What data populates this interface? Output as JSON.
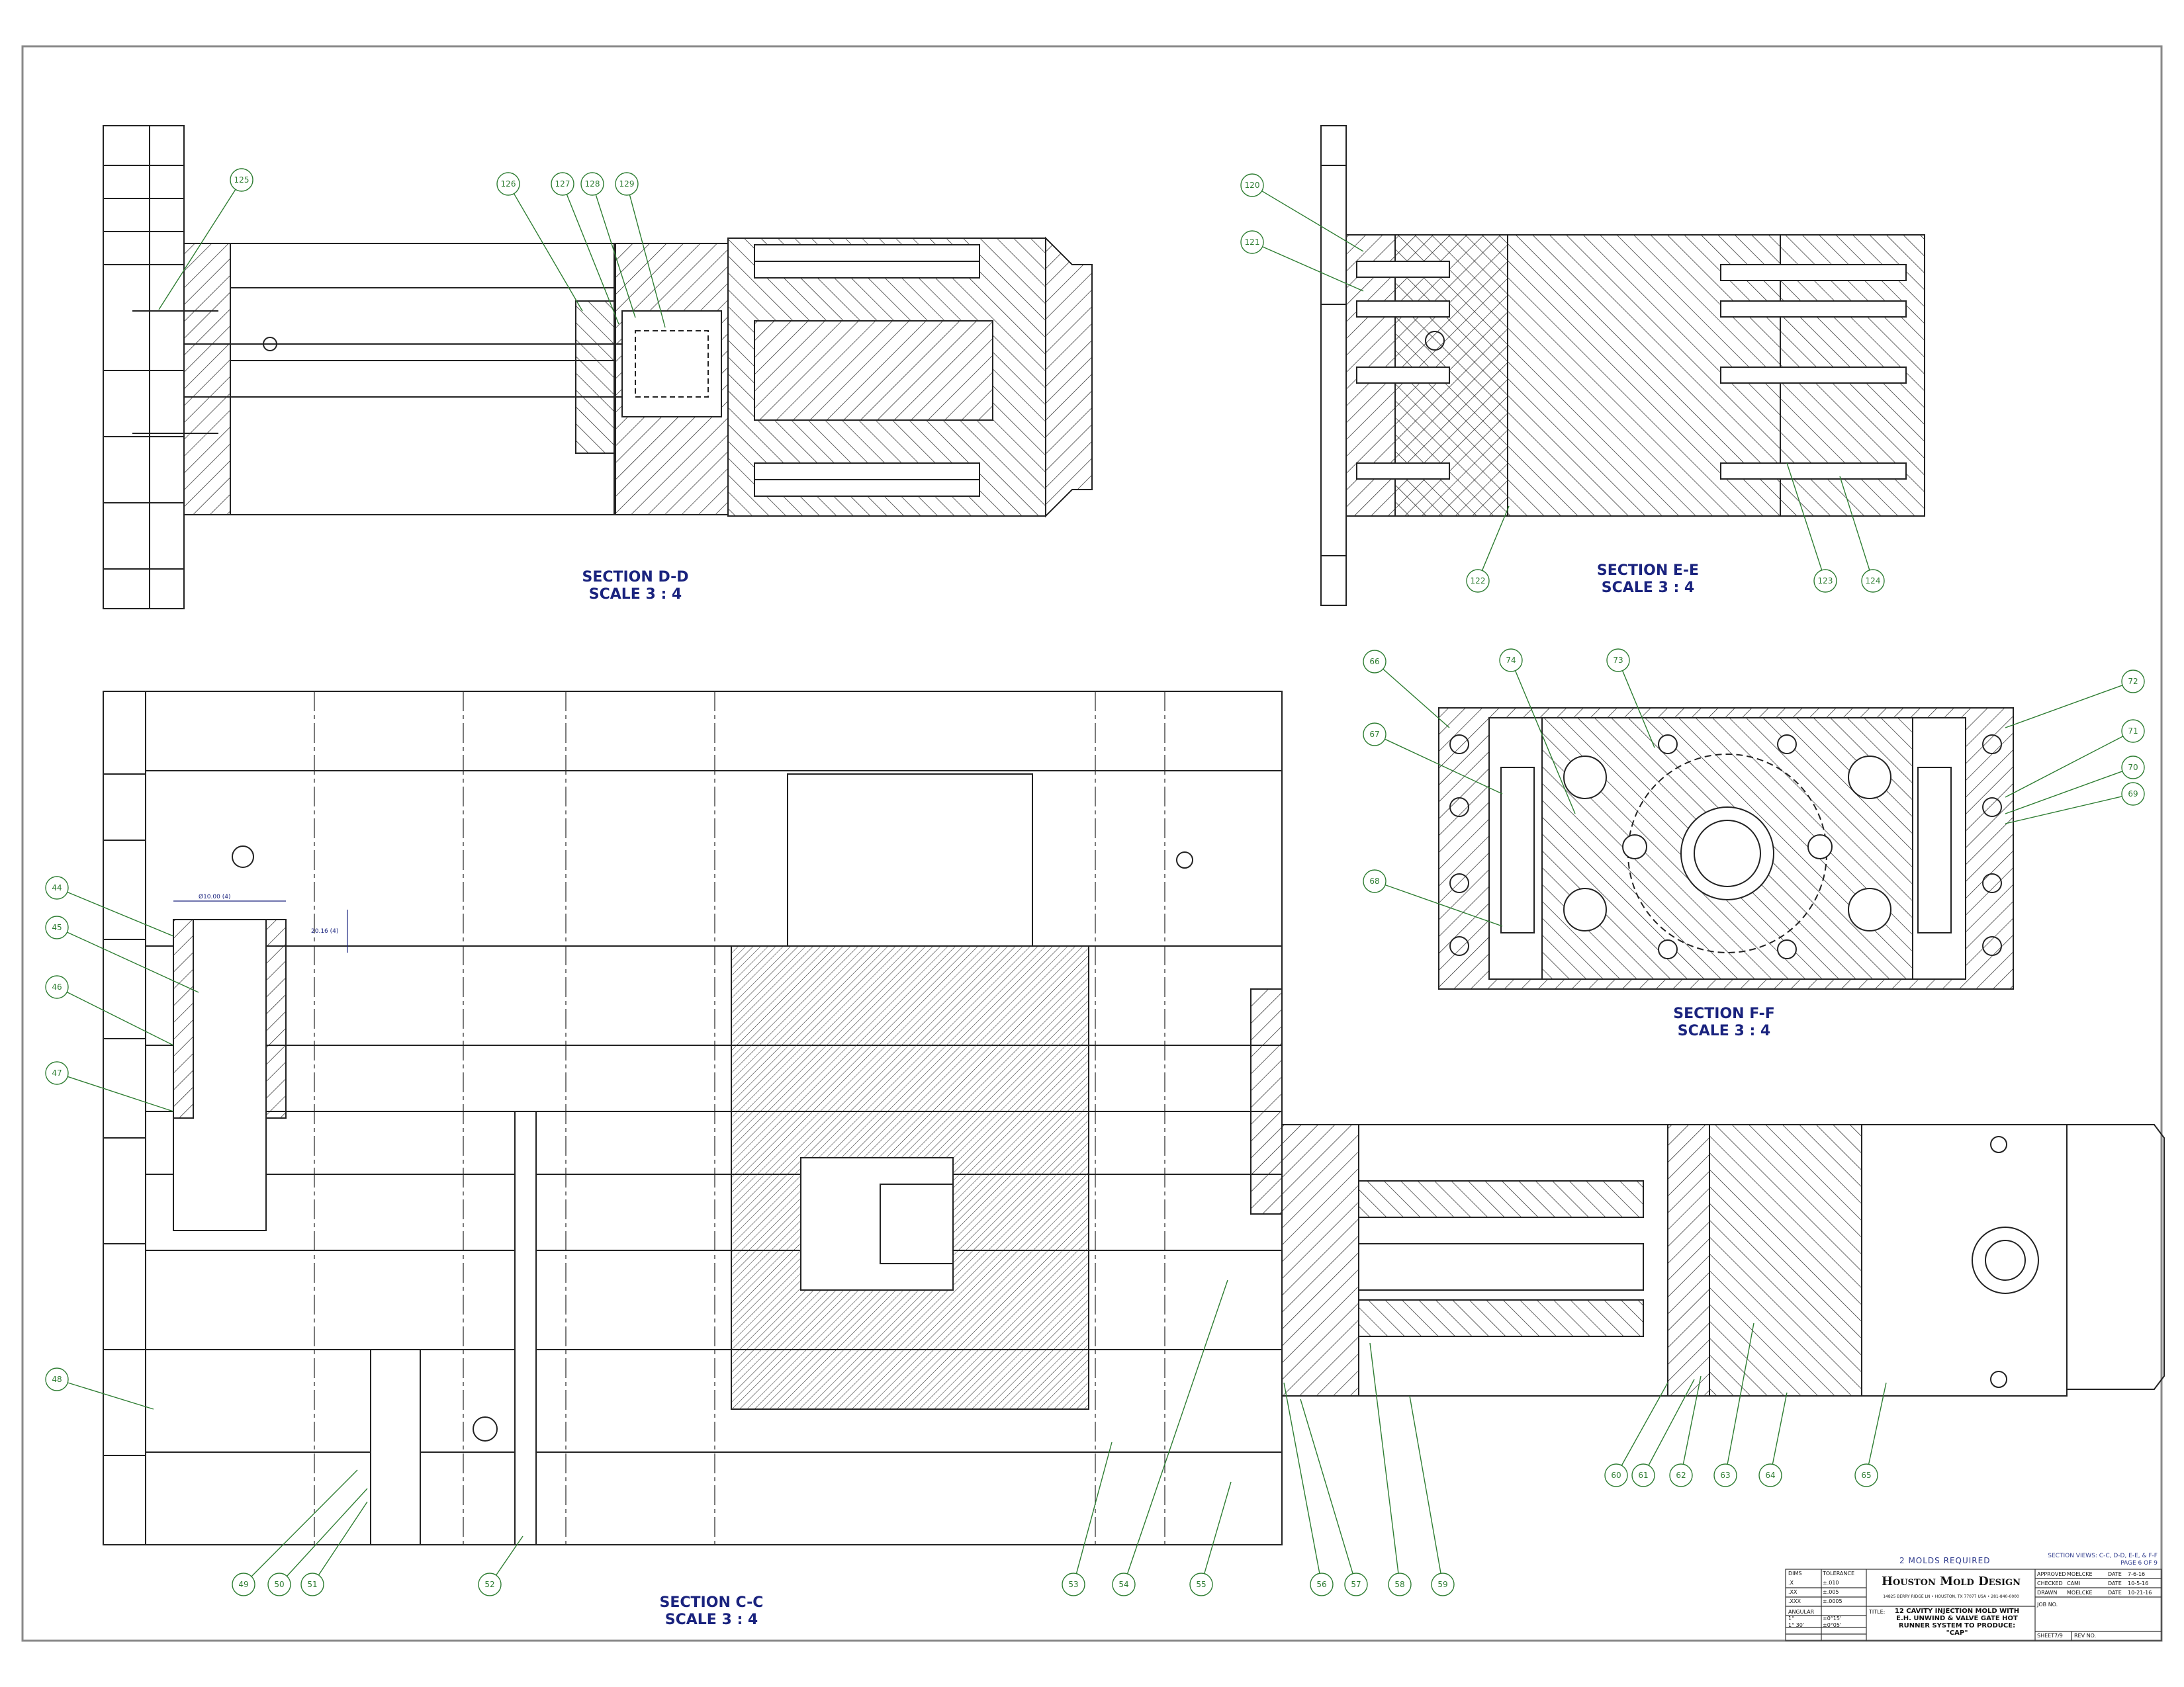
{
  "sections": {
    "dd": {
      "title": "SECTION D-D",
      "scale": "SCALE 3 : 4"
    },
    "ee": {
      "title": "SECTION E-E",
      "scale": "SCALE 3 : 4"
    },
    "ff": {
      "title": "SECTION F-F",
      "scale": "SCALE 3 : 4"
    },
    "cc": {
      "title": "SECTION C-C",
      "scale": "SCALE 3 : 4"
    }
  },
  "balloons": {
    "dd": [
      "125",
      "126",
      "127",
      "128",
      "129"
    ],
    "ee": [
      "120",
      "121",
      "122",
      "123",
      "124"
    ],
    "ff": [
      "66",
      "67",
      "68",
      "74",
      "73",
      "72",
      "71",
      "70",
      "69"
    ],
    "cc_left": [
      "44",
      "45",
      "46",
      "47",
      "48"
    ],
    "cc_bottom": [
      "49",
      "50",
      "51",
      "52",
      "53",
      "54",
      "55",
      "56",
      "57",
      "58",
      "59"
    ],
    "right_block": [
      "60",
      "61",
      "62",
      "63",
      "64",
      "65"
    ]
  },
  "dimensions": {
    "dia": "Ø10.00 (4)",
    "depth": "20.16 (4)"
  },
  "title_block": {
    "molds_required": "2 MOLDS REQUIRED",
    "section_views": "SECTION VIEWS: C-C, D-D, E-E, & F-F",
    "pages": "PAGE 6 OF 9",
    "company": "Houston Mold Design",
    "address": "14825 BERRY RIDGE LN • HOUSTON, TX 77077 USA • 281-840-0000",
    "desc_lines": [
      "12 CAVITY INJECTION MOLD WITH",
      "E.H. UNWIND & VALVE GATE HOT",
      "RUNNER SYSTEM TO PRODUCE:",
      "\"CAP\""
    ],
    "tolerance_header": [
      "DIMS",
      "TOLERANCE"
    ],
    "tolerance_rows": [
      [
        ".X",
        "±.010"
      ],
      [
        ".XX",
        "±.005"
      ],
      [
        ".XXX",
        "±.0005"
      ]
    ],
    "angular_header": "ANGULAR",
    "angular_rows": [
      [
        "1°",
        "±0°15'"
      ],
      [
        "1° 30'",
        "±0°05'"
      ]
    ],
    "title_label": "TITLE:",
    "job_label": "JOB NO.",
    "sheet_label": "SHEET",
    "sheet_value": "7/9",
    "rev_label": "REV NO.",
    "drawn_rows": [
      [
        "APPROVED",
        "MOELCKE",
        "DATE",
        "7-6-16"
      ],
      [
        "CHECKED",
        "CAMI",
        "DATE",
        "10-5-16"
      ],
      [
        "DRAWN",
        "MOELCKE",
        "DATE",
        "10-21-16"
      ]
    ]
  }
}
